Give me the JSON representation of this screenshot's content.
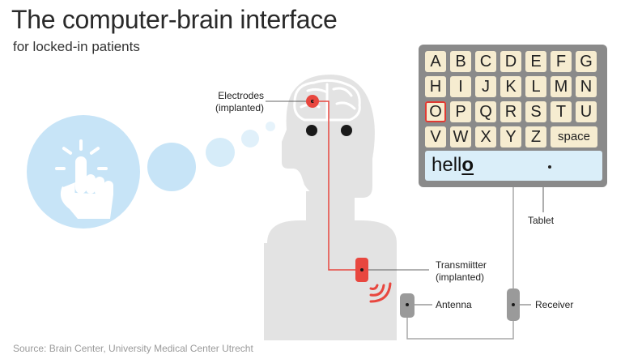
{
  "title": "The computer-brain interface",
  "subtitle": "for locked-in patients",
  "source": "Source: Brain Center, University Medical Center Utrecht",
  "labels": {
    "electrodes": "Electrodes\n(implanted)",
    "transmitter": "Transmiitter\n(implanted)",
    "antenna": "Antenna",
    "receiver": "Receiver",
    "tablet": "Tablet"
  },
  "keyboard": {
    "rows": [
      [
        "A",
        "B",
        "C",
        "D",
        "E",
        "F",
        "G"
      ],
      [
        "H",
        "I",
        "J",
        "K",
        "L",
        "M",
        "N"
      ],
      [
        "O",
        "P",
        "Q",
        "R",
        "S",
        "T",
        "U"
      ],
      [
        "V",
        "W",
        "X",
        "Y",
        "Z",
        "space"
      ]
    ],
    "selected": "O"
  },
  "screen": {
    "typed": "hell",
    "current": "o"
  },
  "colors": {
    "accent": "#e8473f",
    "bubble": "#c7e4f7",
    "silhouette": "#e3e3e3",
    "device": "#9a9a9a"
  },
  "icons": [
    "hand-tap-icon",
    "brain-icon"
  ]
}
